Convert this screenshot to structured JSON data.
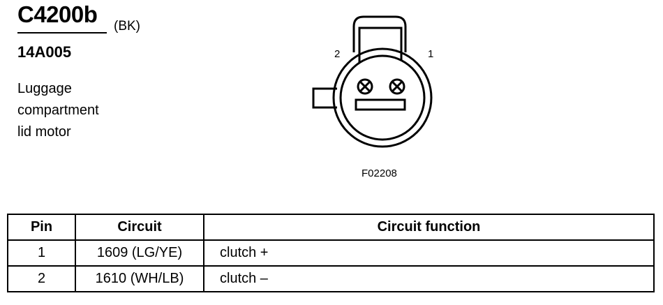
{
  "connector": {
    "id": "C4200b",
    "color": "(BK)",
    "part_number": "14A005",
    "description_lines": [
      "Luggage",
      "compartment",
      "lid motor"
    ]
  },
  "diagram": {
    "pin_labels": [
      "2",
      "1"
    ],
    "figure_code": "F02208"
  },
  "table": {
    "headers": [
      "Pin",
      "Circuit",
      "Circuit function"
    ],
    "rows": [
      {
        "pin": "1",
        "circuit": "1609 (LG/YE)",
        "function": "clutch +"
      },
      {
        "pin": "2",
        "circuit": "1610 (WH/LB)",
        "function": "clutch –"
      }
    ]
  }
}
